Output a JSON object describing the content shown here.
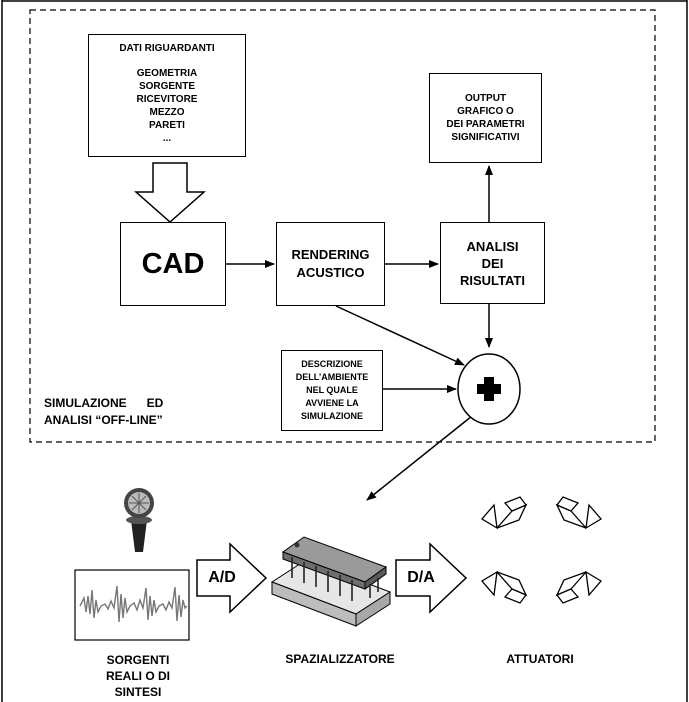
{
  "dati_box": {
    "title": "DATI RIGUARDANTI",
    "items": [
      "GEOMETRIA",
      "SORGENTE",
      "RICEVITORE",
      "MEZZO",
      "PARETI",
      "..."
    ]
  },
  "output_box": {
    "lines": [
      "OUTPUT",
      "GRAFICO O",
      "DEI PARAMETRI",
      "SIGNIFICATIVI"
    ]
  },
  "cad_box": {
    "label": "CAD"
  },
  "rendering_box": {
    "lines": [
      "RENDERING",
      "ACUSTICO"
    ]
  },
  "analisi_box": {
    "lines": [
      "ANALISI",
      "DEI",
      "RISULTATI"
    ]
  },
  "descrizione_box": {
    "lines": [
      "DESCRIZIONE",
      "DELL’AMBIENTE",
      "NEL QUALE",
      "AVVIENE LA",
      "SIMULAZIONE"
    ]
  },
  "sim_label": {
    "line1": "SIMULAZIONE      ED",
    "line2": "ANALISI “OFF-LINE”"
  },
  "plus_symbol": "+",
  "ad_label": "A/D",
  "da_label": "D/A",
  "sorgenti_label": {
    "lines": [
      "SORGENTI",
      "REALI O DI",
      "SINTESI"
    ]
  },
  "spazializzatore_label": "SPAZIALIZZATORE",
  "attuatori_label": "ATTUATORI"
}
